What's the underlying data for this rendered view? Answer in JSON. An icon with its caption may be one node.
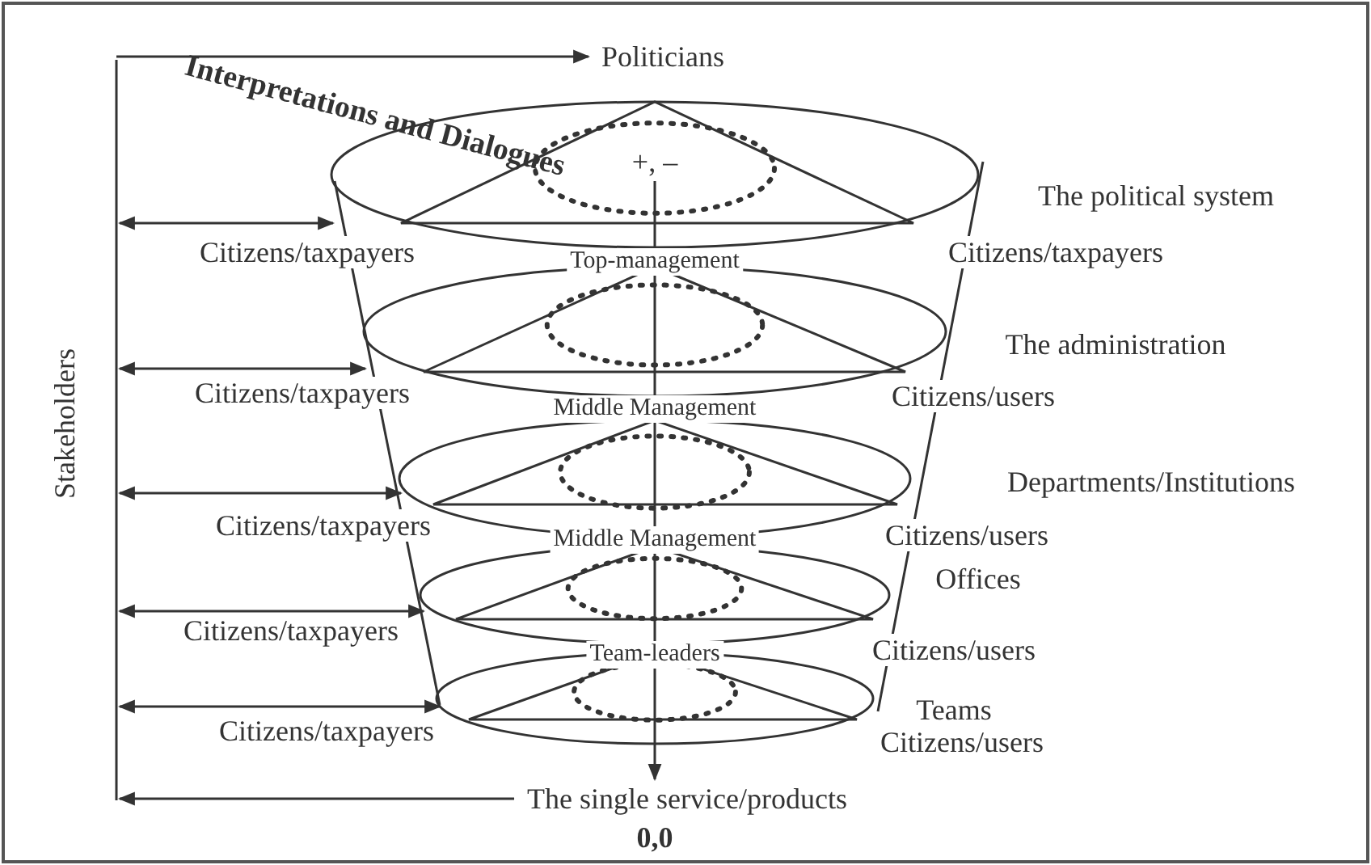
{
  "diagram": {
    "nodes": [
      {
        "text": [
          "Politicians"
        ]
      },
      {
        "text": [
          "+, –"
        ]
      },
      {
        "text": [
          "The single service/products"
        ]
      }
    ],
    "edges": [
      {
        "from": null,
        "to": 0,
        "arrow": "to"
      },
      {
        "from": 2,
        "to": null,
        "arrow": "to"
      },
      {
        "from": 1,
        "to": 2,
        "arrow": "to"
      }
    ],
    "labels": [
      "Interpretations and Dialogues",
      "The political system",
      "Citizens/taxpayers",
      "Top-management",
      "Citizens/taxpayers",
      "The administration",
      "Citizens/taxpayers",
      "Middle Management",
      "Citizens/users",
      "Departments/Institutions",
      "Citizens/taxpayers",
      "Middle Management",
      "Citizens/users",
      "Offices",
      "Citizens/taxpayers",
      "Team-leaders",
      "Citizens/users",
      "Teams",
      "Citizens/taxpayers",
      "Citizens/users",
      "Stakeholders",
      "0,0"
    ]
  }
}
